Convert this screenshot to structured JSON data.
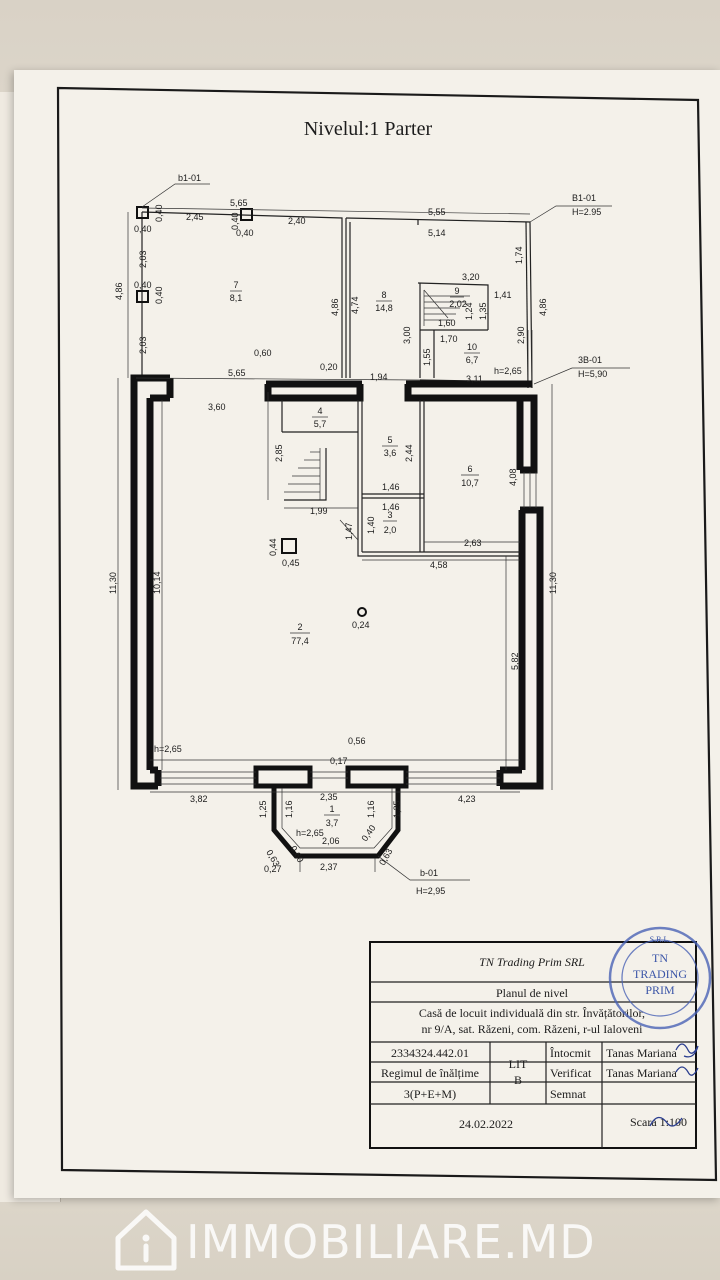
{
  "plan": {
    "title": "Nivelul:1 Parter",
    "labels": {
      "b1_01": "b1-01",
      "B1_01": "B1-01",
      "B1_01_h": "H=2.95",
      "B3_01": "3B-01",
      "B3_01_h": "H=5,90",
      "b_01": "b-01",
      "b_01_h": "H=2,95"
    },
    "rooms": [
      {
        "num": "7",
        "area": "8,1"
      },
      {
        "num": "8",
        "area": "14,8"
      },
      {
        "num": "9",
        "area": "2,02"
      },
      {
        "num": "10",
        "area": "6,7"
      },
      {
        "num": "4",
        "area": "5,7"
      },
      {
        "num": "5",
        "area": "3,6"
      },
      {
        "num": "6",
        "area": "10,7"
      },
      {
        "num": "3",
        "area": "2,0"
      },
      {
        "num": "2",
        "area": "77,4"
      },
      {
        "num": "1",
        "area": "3,7"
      }
    ],
    "dims": {
      "d565a": "5,65",
      "d040a": "0,40",
      "d040b": "0,40",
      "d245": "2,45",
      "d040c": "0,40",
      "d040d": "0,40",
      "d240": "2,40",
      "d555": "5,55",
      "d514": "5,14",
      "d174": "1,74",
      "d203a": "2,03",
      "d486a": "4,86",
      "d040e": "0,40",
      "d040f": "0,40",
      "d203b": "2,03",
      "d486b": "4,86",
      "d474": "4,74",
      "d320": "3,20",
      "d135": "1,35",
      "d141": "1,41",
      "d124": "1,24",
      "d486c": "4,86",
      "d160": "1,60",
      "d300": "3,00",
      "d170": "1,70",
      "d290": "2,90",
      "d155": "1,55",
      "d311": "3,11",
      "h265a": "h=2,65",
      "d060": "0,60",
      "d020": "0,20",
      "d194": "1,94",
      "d565b": "5,65",
      "d360": "3,60",
      "d285": "2,85",
      "d244": "2,44",
      "d408": "4,08",
      "d146a": "1,46",
      "d146b": "1,46",
      "d199": "1,99",
      "d147": "1,47",
      "d140": "1,40",
      "d263": "2,63",
      "d044": "0,44",
      "d045": "0,45",
      "d458": "4,58",
      "d1130a": "11,30",
      "d1014": "10,14",
      "d1130b": "11,30",
      "d024": "0,24",
      "d582": "5,82",
      "h265b": "h=2,65",
      "d056": "0,56",
      "d017": "0,17",
      "d382": "3,82",
      "d235": "2,35",
      "d423": "4,23",
      "d125a": "1,25",
      "d116a": "1,16",
      "d116b": "1,16",
      "d125b": "1,25",
      "h265c": "h=2,65",
      "d060b": "0,60",
      "d206": "2,06",
      "d040g": "0,40",
      "d063a": "0,63",
      "d063b": "0,63",
      "d027": "0,27",
      "d237": "2,37"
    }
  },
  "title_block": {
    "company": "TN Trading Prim SRL",
    "doc_type": "Planul de nivel",
    "address_line1": "Casă de locuit individuală din str. Învățătorilor,",
    "address_line2": "nr 9/A, sat. Răzeni, com. Răzeni, r-ul Ialoveni",
    "code": "2334324.442.01",
    "lit_label": "LIT",
    "lit_value": "B",
    "regime_label": "Regimul de înălțime",
    "regime_value": "3(P+E+M)",
    "date": "24.02.2022",
    "intocmit_label": "Întocmit",
    "intocmit_name": "Tanas Mariana",
    "verificat_label": "Verificat",
    "verificat_name": "Tanas Mariana",
    "semnat_label": "Semnat",
    "scale": "Scara 1:100"
  },
  "stamp": {
    "line1": "TN",
    "line2": "TRADING",
    "line3": "PRIM",
    "ring": "S.R.L."
  },
  "watermark": {
    "text": "IMMOBILIARE.MD",
    "color": "#ffffff"
  }
}
